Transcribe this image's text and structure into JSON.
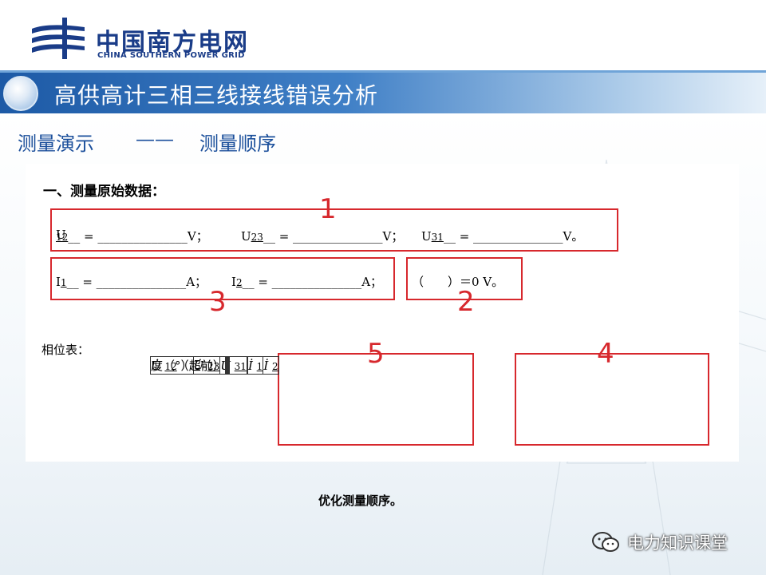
{
  "header": {
    "logo_cn": "中国南方电网",
    "logo_en": "CHINA SOUTHERN POWER GRID",
    "title": "高供高计三相三线接线错误分析"
  },
  "subtitle": {
    "left": "测量演示",
    "dash": "——",
    "right": "测量顺序"
  },
  "document": {
    "section_heading": "一、测量原始数据：",
    "row1": [
      {
        "symbol": "U",
        "sub": "12",
        "unit": "V；"
      },
      {
        "symbol": "U",
        "sub": "23",
        "unit": "V；"
      },
      {
        "symbol": "U",
        "sub": "31",
        "unit": "V。"
      }
    ],
    "row2": [
      {
        "symbol": "I",
        "sub": "1",
        "unit": "A；"
      },
      {
        "symbol": "I",
        "sub": "2",
        "unit": "A；"
      }
    ],
    "zero_check": "（　　）＝0 V。",
    "annotations": [
      "1",
      "2",
      "3",
      "4",
      "5"
    ],
    "phase_table_label": "相位表：",
    "phase_table": {
      "corner": "度（°）",
      "columns": [
        {
          "symbol": "U̇",
          "sub": "23"
        },
        {
          "symbol": "U̇",
          "sub": "31"
        },
        {
          "symbol": "İ",
          "sub": "1"
        },
        {
          "symbol": "İ",
          "sub": "2"
        }
      ],
      "row_header_symbol": "U̇",
      "row_header_sub": "12",
      "row_header_note": "（超前）"
    }
  },
  "footer": {
    "note": "优化测量顺序。",
    "brand": "电力知识课堂"
  },
  "colors": {
    "brand_blue": "#1a3c88",
    "title_bar": "#1d5aa6",
    "annotation_red": "#d7282d"
  }
}
